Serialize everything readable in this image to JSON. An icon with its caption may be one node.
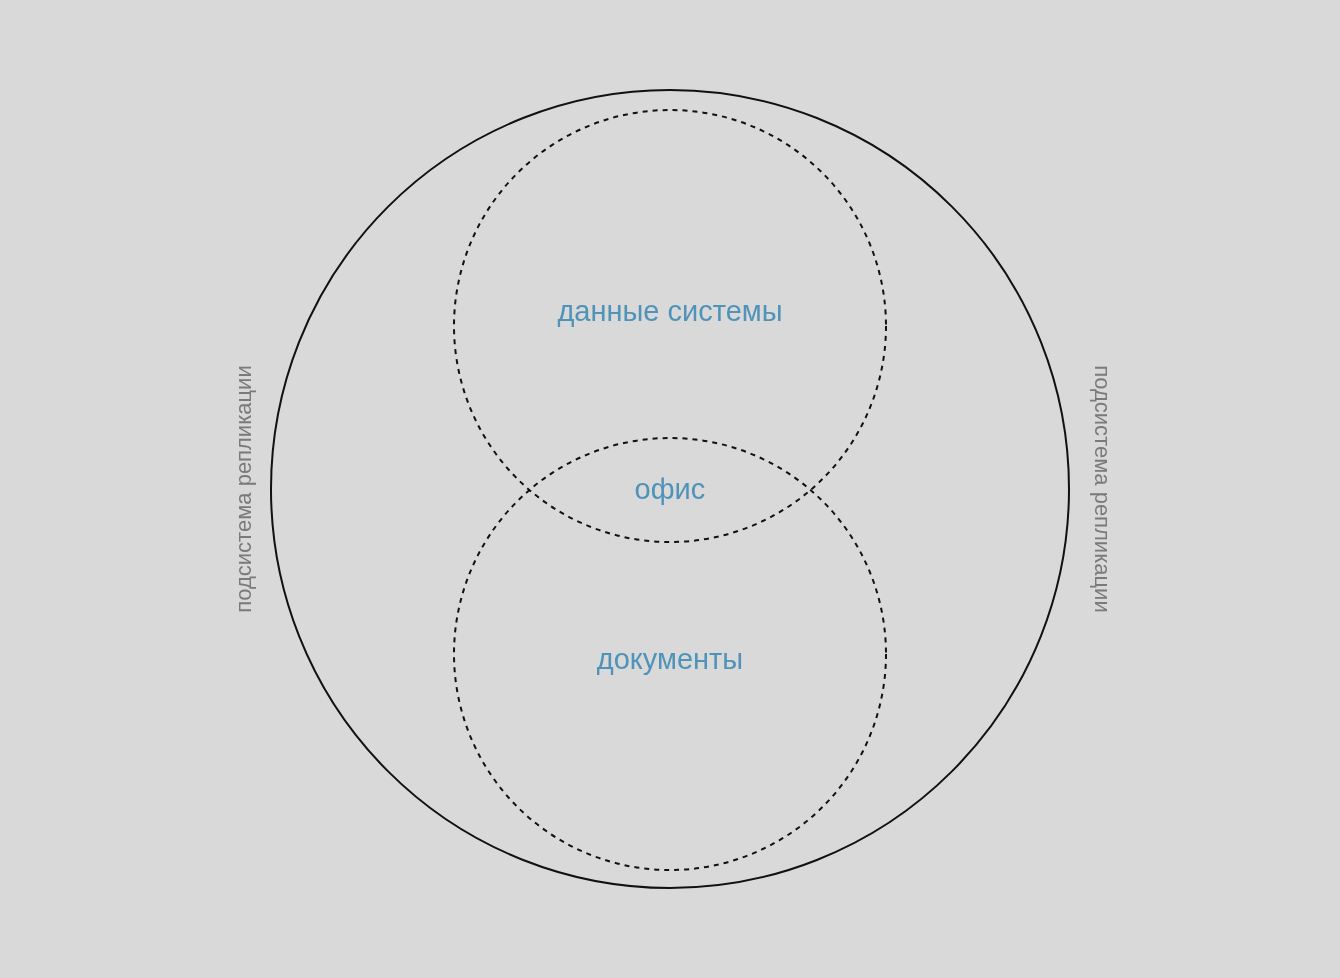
{
  "diagram": {
    "nodes": [
      {
        "text": [],
        "shape": "circle",
        "beside": [
          "подсистема репликации",
          "подсистема репликации"
        ]
      },
      {
        "text": [
          "данные системы"
        ],
        "in": 0
      },
      {
        "text": [
          "документы"
        ],
        "in": 0
      }
    ],
    "labels": [
      "офис"
    ]
  }
}
